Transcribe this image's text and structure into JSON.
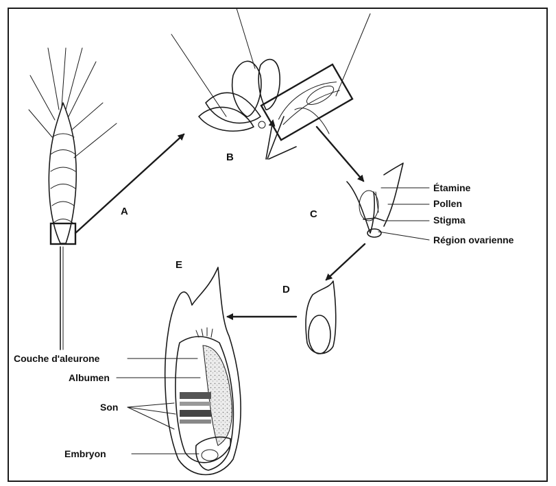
{
  "stages": {
    "a": "A",
    "b": "B",
    "c": "C",
    "d": "D",
    "e": "E"
  },
  "flower_parts": {
    "etamine": "Étamine",
    "pollen": "Pollen",
    "stigma": "Stigma",
    "region_ovarienne": "Région ovarienne"
  },
  "grain_parts": {
    "couche_aleurone": "Couche d'aleurone",
    "albumen": "Albumen",
    "son": "Son",
    "embryon": "Embryon"
  },
  "colors": {
    "ink": "#1a1a1a",
    "background": "#ffffff"
  }
}
